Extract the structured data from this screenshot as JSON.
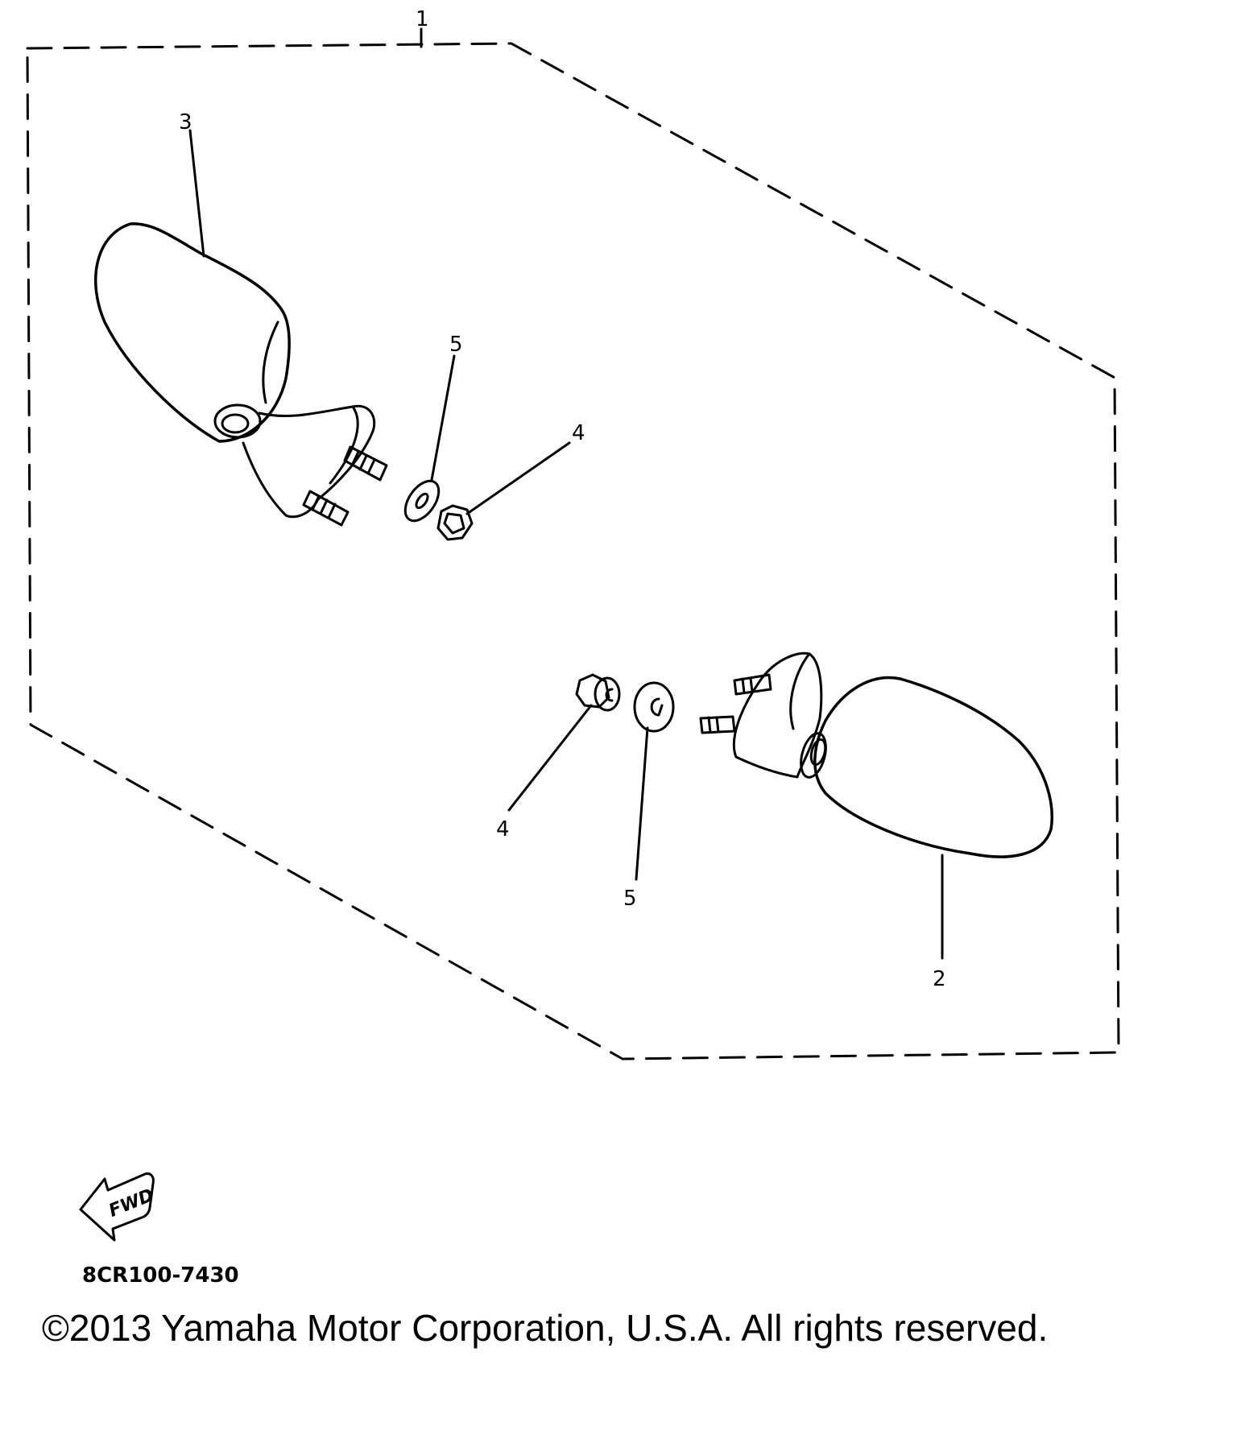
{
  "callouts": {
    "c1": "1",
    "c2": "2",
    "c3": "3",
    "c4_left": "4",
    "c5_left": "5",
    "c4_right": "4",
    "c5_right": "5"
  },
  "fwd_label": "FWD",
  "diagram_code": "8CR100-7430",
  "copyright": "©2013 Yamaha Motor Corporation, U.S.A. All rights reserved."
}
